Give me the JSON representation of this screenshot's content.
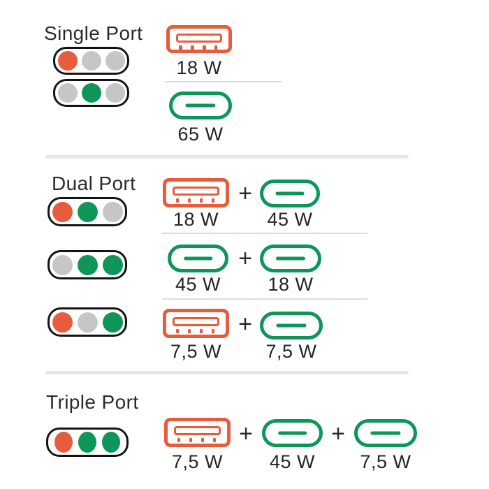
{
  "plus": "+",
  "colors": {
    "usb_a": "#E75C3C",
    "usb_c": "#0E9659",
    "dot_orange": "#E75C3C",
    "dot_green": "#0E9659",
    "dot_gray": "#C6C6C6",
    "indicator_outline": "#141414",
    "text": "#2B2B2B",
    "divider": "#E6E6E6"
  },
  "sections": [
    {
      "title": "Single Port",
      "rows": [
        {
          "indicator_dots": [
            "orange",
            "gray",
            "gray"
          ],
          "ports": [
            {
              "type": "USB-A",
              "watt": "18 W"
            }
          ]
        },
        {
          "indicator_dots": [
            "gray",
            "green",
            "gray"
          ],
          "ports": [
            {
              "type": "USB-C",
              "watt": "65 W"
            }
          ]
        }
      ]
    },
    {
      "title": "Dual Port",
      "rows": [
        {
          "indicator_dots": [
            "orange",
            "green",
            "gray"
          ],
          "ports": [
            {
              "type": "USB-A",
              "watt": "18 W"
            },
            {
              "type": "USB-C",
              "watt": "45 W"
            }
          ]
        },
        {
          "indicator_dots": [
            "gray",
            "green",
            "green"
          ],
          "ports": [
            {
              "type": "USB-C",
              "watt": "45 W"
            },
            {
              "type": "USB-C",
              "watt": "18 W"
            }
          ]
        },
        {
          "indicator_dots": [
            "orange",
            "gray",
            "green"
          ],
          "ports": [
            {
              "type": "USB-A",
              "watt": "7,5 W"
            },
            {
              "type": "USB-C",
              "watt": "7,5 W"
            }
          ]
        }
      ]
    },
    {
      "title": "Triple Port",
      "rows": [
        {
          "indicator_dots": [
            "orange",
            "green",
            "green"
          ],
          "ports": [
            {
              "type": "USB-A",
              "watt": "7,5 W"
            },
            {
              "type": "USB-C",
              "watt": "45 W"
            },
            {
              "type": "USB-C",
              "watt": "7,5 W"
            }
          ]
        }
      ]
    }
  ]
}
